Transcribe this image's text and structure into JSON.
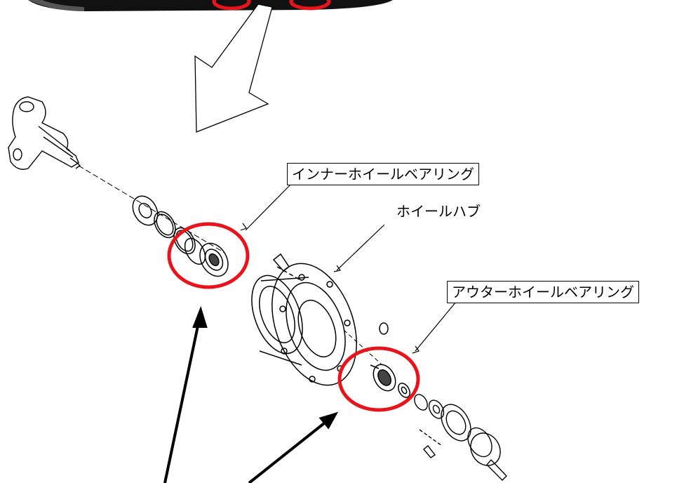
{
  "labels": {
    "inner_bearing": "インナーホイールベアリング",
    "wheel_hub": "ホイールハブ",
    "outer_bearing": "アウターホイールベアリング"
  },
  "colors": {
    "highlight_circle": "#e8141b",
    "line": "#000000",
    "car_body": "#111111"
  }
}
